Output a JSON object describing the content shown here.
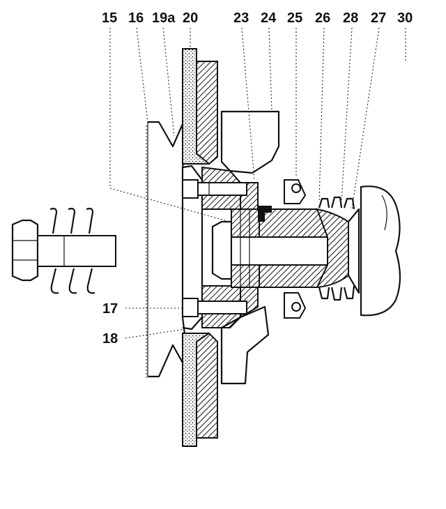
{
  "callouts": {
    "n15": "15",
    "n16": "16",
    "n19a": "19a",
    "n20": "20",
    "n23": "23",
    "n24": "24",
    "n25": "25",
    "n26": "26",
    "n28": "28",
    "n27": "27",
    "n30": "30",
    "n17": "17",
    "n18": "18"
  }
}
